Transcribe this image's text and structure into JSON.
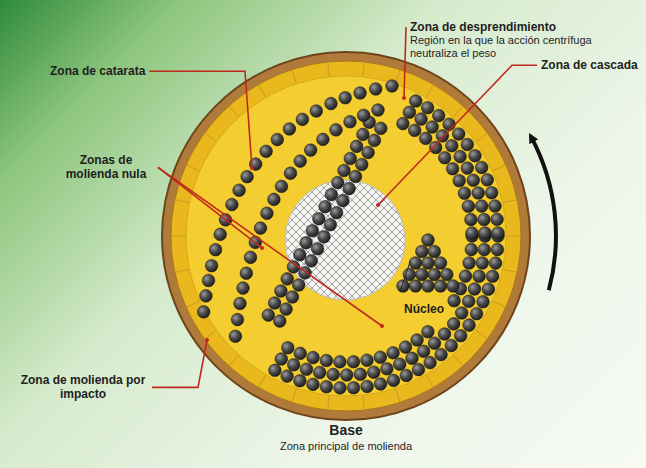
{
  "diagram": {
    "labels": [
      "Zona de catarata",
      "Zona de desprendimiento",
      "Región en la que la acción centrífuga neutraliza el peso",
      "Zona de cascada",
      "Zonas de molienda nula",
      "Núcleo",
      "Zona de molienda por impacto",
      "Base",
      "Zona principal de molienda"
    ]
  }
}
